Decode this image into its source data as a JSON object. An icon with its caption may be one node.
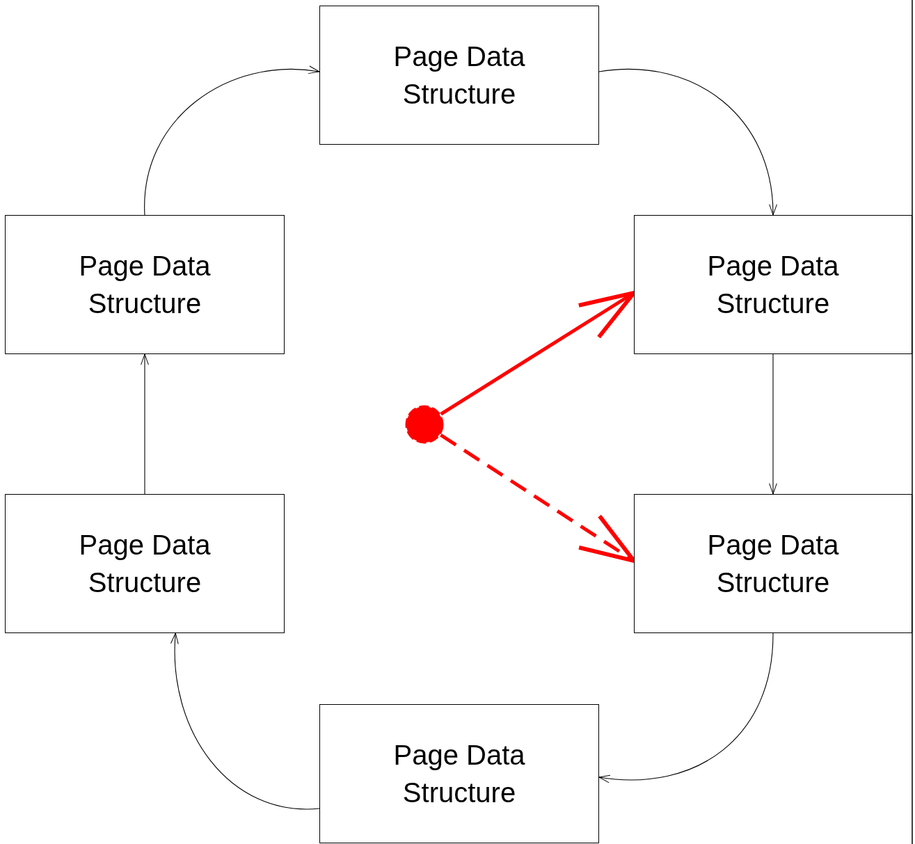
{
  "diagram": {
    "nodes": [
      {
        "text": [
          "Page Data Structure"
        ]
      },
      {
        "text": [
          "Page Data Structure"
        ]
      },
      {
        "text": [
          "Page Data Structure"
        ]
      },
      {
        "text": [
          "Page Data Structure"
        ]
      },
      {
        "text": [
          "Page Data Structure"
        ]
      },
      {
        "text": [
          "Page Data Structure"
        ]
      },
      {
        "text": [],
        "shape": "circle"
      }
    ],
    "edges": [
      {
        "from": 0,
        "to": 2,
        "arrow": "to"
      },
      {
        "from": 2,
        "to": 4,
        "arrow": "to"
      },
      {
        "from": 4,
        "to": 5,
        "arrow": "to"
      },
      {
        "from": 5,
        "to": 3,
        "arrow": "to"
      },
      {
        "from": 3,
        "to": 1,
        "arrow": "to"
      },
      {
        "from": 1,
        "to": 0,
        "arrow": "to"
      },
      {
        "from": 6,
        "to": 2,
        "arrow": "to",
        "style": "thick",
        "color": "#ff0000"
      },
      {
        "from": 6,
        "to": 4,
        "arrow": "to",
        "style": "dashed",
        "color": "#ff0000"
      }
    ]
  }
}
